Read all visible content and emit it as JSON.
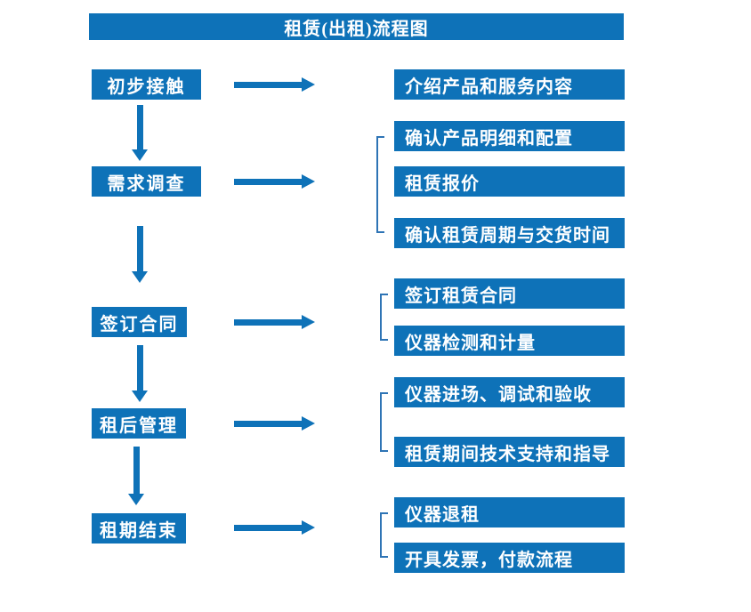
{
  "title": "租赁(出租)流程图",
  "colors": {
    "primary_blue": "#0e72b8",
    "bracket_blue": "#2e74b5",
    "text_white": "#ffffff",
    "background": "#ffffff"
  },
  "rows": [
    {
      "step": "初步接触",
      "details": [
        "介绍产品和服务内容"
      ]
    },
    {
      "step": "需求调查",
      "details": [
        "确认产品明细和配置",
        "租赁报价",
        "确认租赁周期与交货时间"
      ]
    },
    {
      "step": "签订合同",
      "details": [
        "签订租赁合同",
        "仪器检测和计量"
      ]
    },
    {
      "step": "租后管理",
      "details": [
        "仪器进场、调试和验收",
        "租赁期间技术支持和指导"
      ]
    },
    {
      "step": "租期结束",
      "details": [
        "仪器退租",
        "开具发票，付款流程"
      ]
    }
  ]
}
